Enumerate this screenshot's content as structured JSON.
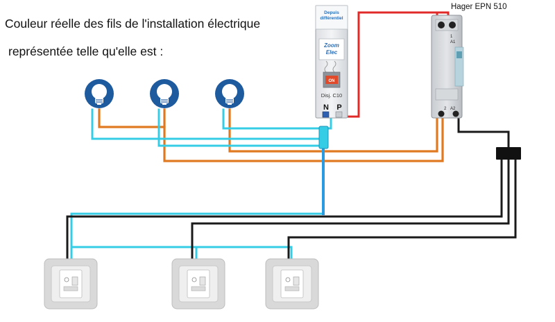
{
  "caption": {
    "line1": "Couleur réelle des fils de l'installation électrique",
    "line2": "représentée telle qu'elle est :"
  },
  "breaker": {
    "top_label_1": "Depuis",
    "top_label_2": "différentiel",
    "brand_1": "Zoom",
    "brand_2": "Elec",
    "on_label": "ON",
    "rating": "Disj. C10",
    "terminal_n": "N",
    "terminal_p": "P"
  },
  "relay": {
    "name": "Hager EPN 510",
    "terminal_a1": "A1",
    "terminal_a2": "A2",
    "terminal_1": "1",
    "terminal_2": "2"
  },
  "lamps": [
    "lamp-1",
    "lamp-2",
    "lamp-3"
  ],
  "switches": [
    "switch-1",
    "switch-2",
    "switch-3"
  ],
  "wire_colors": {
    "neutral": "#35cde6",
    "neutral_trunk": "#2a9be0",
    "phase": "#e07a22",
    "live_feed": "#e02a2a",
    "control": "#1a1a1a"
  },
  "icons": {
    "lamp": "lightbulb-icon",
    "junction": "junction-box-icon"
  }
}
